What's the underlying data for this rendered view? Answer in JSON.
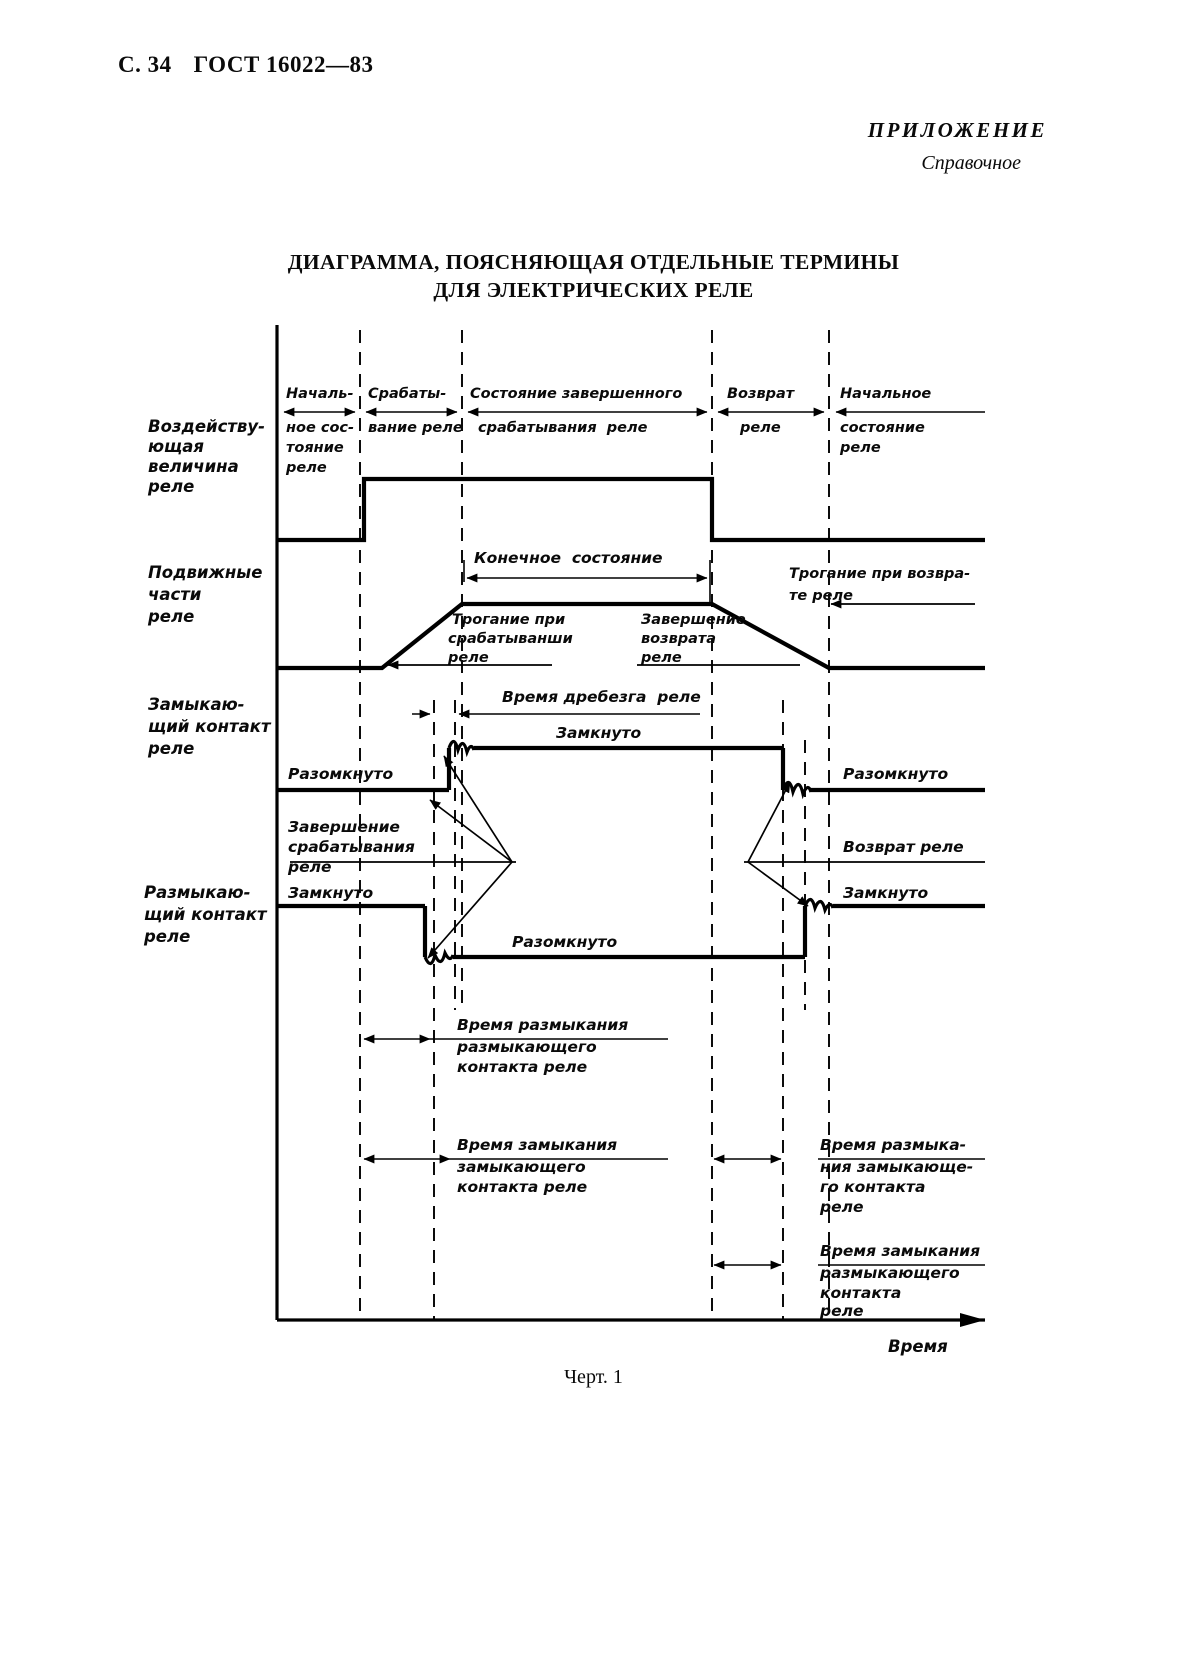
{
  "header": {
    "page_marker": "С. 34",
    "standard": "ГОСТ 16022—83"
  },
  "appendix": {
    "title": "ПРИЛОЖЕНИЕ",
    "subtitle": "Справочное"
  },
  "figure": {
    "title_line1": "ДИАГРАММА, ПОЯСНЯЮЩАЯ ОТДЕЛЬНЫЕ ТЕРМИНЫ",
    "title_line2": "ДЛЯ ЭЛЕКТРИЧЕСКИХ РЕЛЕ",
    "caption": "Черт. 1",
    "axis_label": "Время"
  },
  "row_labels": {
    "influencing_quantity": [
      "Воздейству-",
      "ющая",
      "величина",
      "реле"
    ],
    "moving_parts": [
      "Подвижные",
      "части",
      "реле"
    ],
    "make_contact": [
      "Замыкаю-",
      "щий контакт",
      "реле"
    ],
    "break_contact": [
      "Размыкаю-",
      "щий контакт",
      "реле"
    ]
  },
  "phases": [
    {
      "line1": "Началь-",
      "line2": "ное сос-",
      "line3": "тояние",
      "line4": "реле"
    },
    {
      "line1": "Срабаты-",
      "line2": "вание реле",
      "line3": "",
      "line4": ""
    },
    {
      "line1": "Состояние завершенного",
      "line2": "срабатывания  реле",
      "line3": "",
      "line4": ""
    },
    {
      "line1": "Возврат",
      "line2": "реле",
      "line3": "",
      "line4": ""
    },
    {
      "line1": "Начальное",
      "line2": "состояние",
      "line3": "реле",
      "line4": ""
    }
  ],
  "annotations": {
    "final_state": "Конечное  состояние",
    "pickup_start": [
      "Трогание при",
      "срабатыванши",
      "реле"
    ],
    "dropout_end": [
      "Завершение",
      "возврата",
      "реле"
    ],
    "dropout_start": [
      "Трогание при возвра-",
      "те реле"
    ],
    "bounce_time": "Время дребезга  реле",
    "make_closed": "Замкнуто",
    "make_open_left": "Разомкнуто",
    "make_open_right": "Разомкнуто",
    "pickup_complete": [
      "Завершение",
      "срабатывания",
      "реле"
    ],
    "dropout_relay": "Возврат реле",
    "break_closed_left": "Замкнуто",
    "break_closed_right": "Замкнуто",
    "break_open": "Разомкнуто"
  },
  "timing_measurements": [
    {
      "id": "break-opening-time",
      "lines": [
        "Время размыкания",
        "размыкающего",
        "контакта реле"
      ]
    },
    {
      "id": "make-closing-time",
      "lines": [
        "Время замыкания",
        "замыкающего",
        "контакта реле"
      ]
    },
    {
      "id": "make-opening-time",
      "lines": [
        "Время размыка-",
        "ния замыкающе-",
        "го контакта",
        "реле"
      ]
    },
    {
      "id": "break-closing-time",
      "lines": [
        "Время замыкания",
        "размыкающего",
        "контакта",
        "реле"
      ]
    }
  ],
  "chart_data": {
    "type": "line",
    "title": "ДИАГРАММА, ПОЯСНЯЮЩАЯ ОТДЕЛЬНЫЕ ТЕРМИНЫ ДЛЯ ЭЛЕКТРИЧЕСКИХ РЕЛЕ",
    "xlabel": "Время",
    "ylabel": "",
    "grid": false,
    "legend": "none",
    "series": [
      {
        "name": "Воздействующая величина реле",
        "type": "step",
        "points": [
          [
            0,
            0
          ],
          [
            0.14,
            0
          ],
          [
            0.14,
            1
          ],
          [
            0.63,
            1
          ],
          [
            0.63,
            0
          ],
          [
            1.0,
            0
          ]
        ]
      },
      {
        "name": "Подвижные части реле",
        "type": "trapezoid",
        "points": [
          [
            0,
            0
          ],
          [
            0.18,
            0
          ],
          [
            0.28,
            1
          ],
          [
            0.63,
            1
          ],
          [
            0.78,
            0
          ],
          [
            1.0,
            0
          ]
        ]
      },
      {
        "name": "Замыкающий контакт реле",
        "type": "step-with-bounce",
        "points": [
          [
            0,
            0
          ],
          [
            0.27,
            0
          ],
          [
            0.27,
            1
          ],
          [
            0.7,
            1
          ],
          [
            0.7,
            0
          ],
          [
            1.0,
            0
          ]
        ]
      },
      {
        "name": "Размыкающий контакт реле",
        "type": "step-with-bounce",
        "points": [
          [
            0,
            1
          ],
          [
            0.24,
            1
          ],
          [
            0.24,
            0
          ],
          [
            0.74,
            0
          ],
          [
            0.74,
            1
          ],
          [
            1.0,
            1
          ]
        ]
      }
    ],
    "phase_boundaries": [
      0.0,
      0.115,
      0.215,
      0.615,
      0.77,
      1.0
    ],
    "phase_names": [
      "Начальное состояние реле",
      "Срабатывание реле",
      "Состояние завершенного срабатывания реле",
      "Возврат реле",
      "Начальное состояние реле"
    ]
  }
}
